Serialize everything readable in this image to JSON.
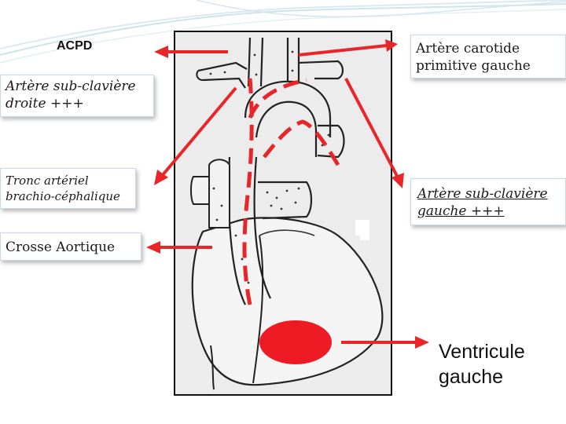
{
  "labels": {
    "acpd": "ACPD",
    "carotide_line1": "Artère carotide",
    "carotide_line2": "primitive gauche",
    "subclav_droite_line1": "Artère sub-clavière",
    "subclav_droite_line2": "droite +++",
    "tronc_line1": "Tronc artériel",
    "tronc_line2": "brachio-céphalique",
    "subclav_gauche_line1": "Artère sub-clavière",
    "subclav_gauche_line2": "gauche +++",
    "crosse": "Crosse Aortique",
    "ventricule_line1": "Ventricule",
    "ventricule_line2": "gauche"
  },
  "colors": {
    "arrow": "#e8262a",
    "ventricle_marker": "#ee1b24",
    "frame": "#111111",
    "drawing_bg": "#e9e9e9"
  }
}
